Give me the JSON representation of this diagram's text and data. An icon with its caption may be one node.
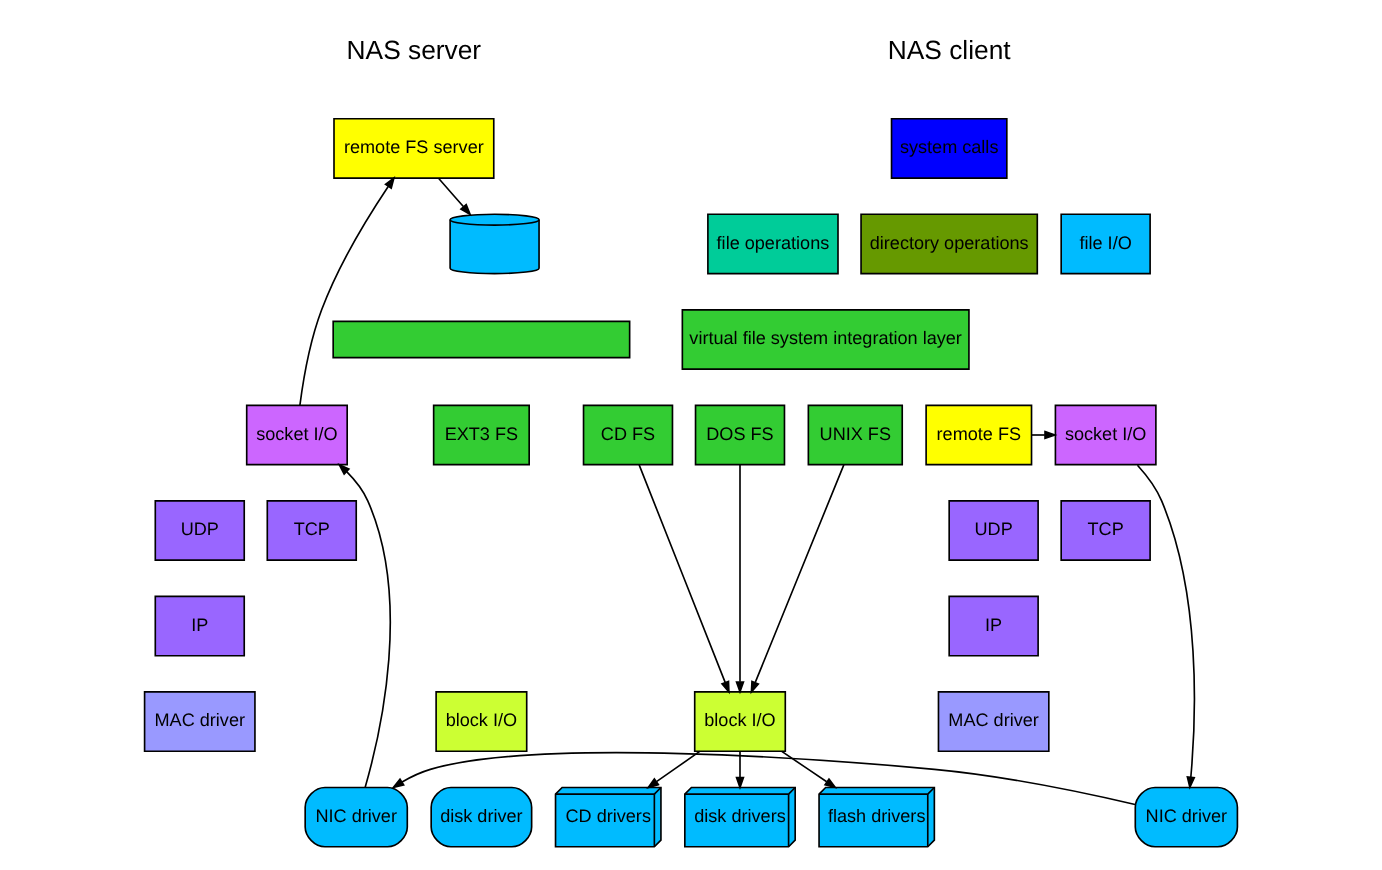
{
  "diagram": {
    "nodes": [
      {
        "text": [
          "system calls"
        ]
      },
      {
        "text": [
          "file operations"
        ]
      },
      {
        "text": [
          "directory operations"
        ]
      },
      {
        "text": [
          "file I/O"
        ]
      },
      {
        "text": [
          "virtual file system integration layer"
        ]
      },
      {
        "text": [
          "CD FS"
        ]
      },
      {
        "text": [
          "DOS FS"
        ]
      },
      {
        "text": [
          "UNIX FS"
        ]
      },
      {
        "text": [
          "remote FS"
        ]
      },
      {
        "text": [
          "socket I/O"
        ]
      },
      {
        "text": [
          "UDP"
        ]
      },
      {
        "text": [
          "TCP"
        ]
      },
      {
        "text": [
          "IP"
        ]
      },
      {
        "text": [
          "MAC driver"
        ]
      },
      {
        "text": [
          "NIC driver"
        ]
      },
      {
        "text": [
          "block I/O"
        ]
      },
      {
        "text": [
          "CD drivers"
        ]
      },
      {
        "text": [
          "disk drivers"
        ]
      },
      {
        "text": [
          "flash drivers"
        ]
      },
      {
        "text": [
          "socket I/O"
        ]
      },
      {
        "text": [
          "UDP"
        ]
      },
      {
        "text": [
          "TCP"
        ]
      },
      {
        "text": [
          "IP"
        ]
      },
      {
        "text": [
          "MAC driver"
        ]
      },
      {
        "text": [
          "NIC driver"
        ]
      },
      {
        "text": [
          "remote FS server"
        ]
      },
      {
        "text": [],
        "shape": "box"
      },
      {
        "text": [
          "EXT3 FS"
        ]
      },
      {
        "text": [
          "block I/O"
        ]
      },
      {
        "text": [
          "disk driver"
        ]
      },
      {
        "text": [],
        "shape": "cylinder"
      }
    ],
    "edges": [
      {
        "from": 5,
        "to": 15,
        "arrow": "to"
      },
      {
        "from": 6,
        "to": 15,
        "arrow": "to"
      },
      {
        "from": 7,
        "to": 15,
        "arrow": "to"
      },
      {
        "from": 15,
        "to": 16,
        "arrow": "to"
      },
      {
        "from": 15,
        "to": 17,
        "arrow": "to"
      },
      {
        "from": 15,
        "to": 18,
        "arrow": "to"
      },
      {
        "from": 8,
        "to": 9,
        "arrow": "to"
      },
      {
        "from": 9,
        "to": 14,
        "arrow": "to"
      },
      {
        "from": 14,
        "to": 24,
        "arrow": "to"
      },
      {
        "from": 24,
        "to": 19,
        "arrow": "to"
      },
      {
        "from": 19,
        "to": 25,
        "arrow": "to"
      },
      {
        "from": 25,
        "to": 30,
        "arrow": "to"
      }
    ],
    "labels": [
      "NAS client",
      "NAS server"
    ]
  }
}
